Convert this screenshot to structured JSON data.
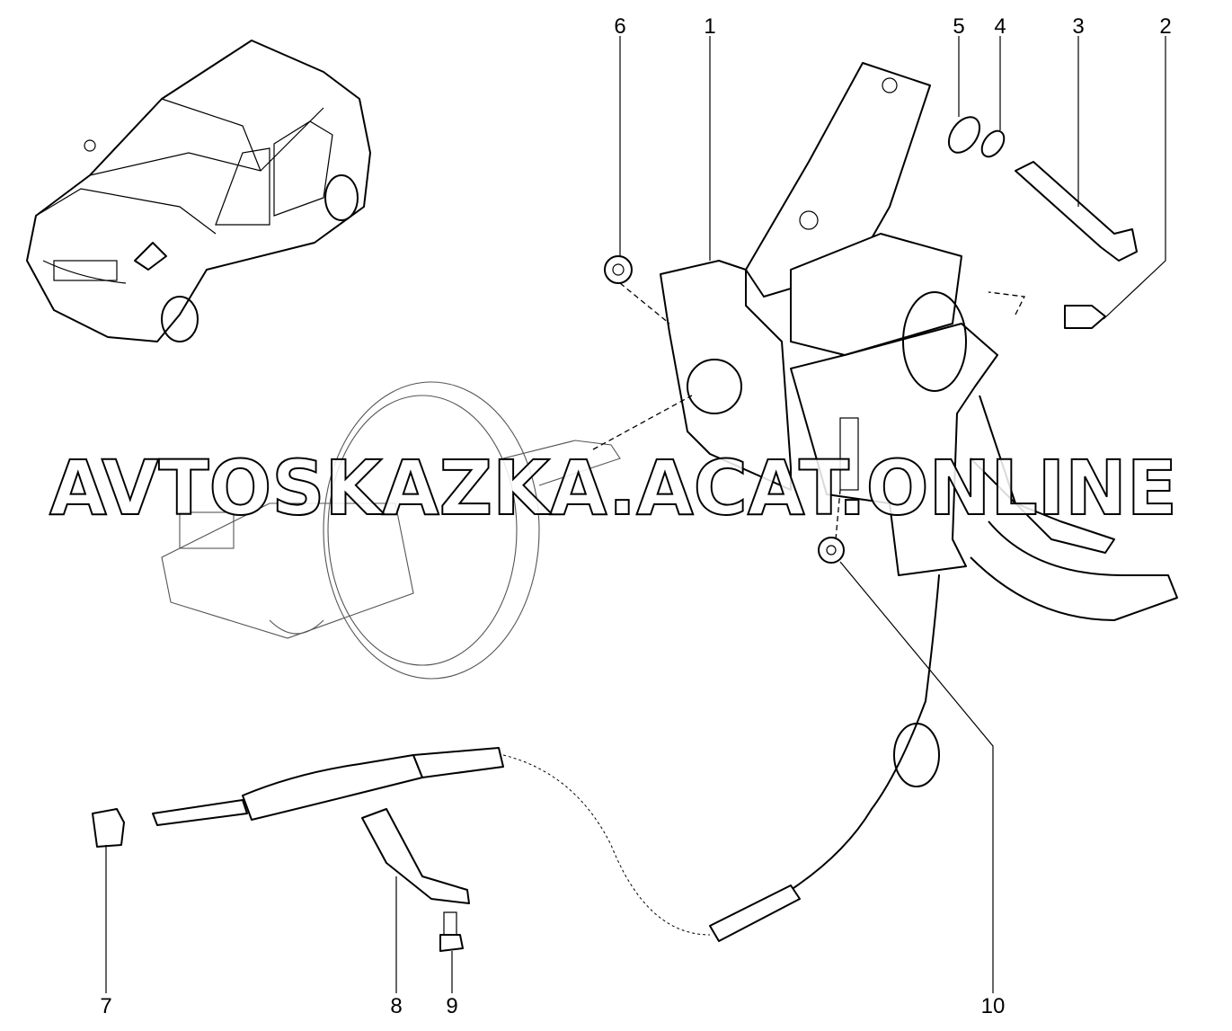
{
  "diagram": {
    "title": "Clutch pedal assembly exploded view",
    "callouts": [
      "1",
      "2",
      "3",
      "4",
      "5",
      "6",
      "7",
      "8",
      "9",
      "10"
    ],
    "watermark": "AVTOSKAZKA.ACAT.ONLINE"
  },
  "colors": {
    "line": "#000000",
    "background": "#ffffff"
  }
}
